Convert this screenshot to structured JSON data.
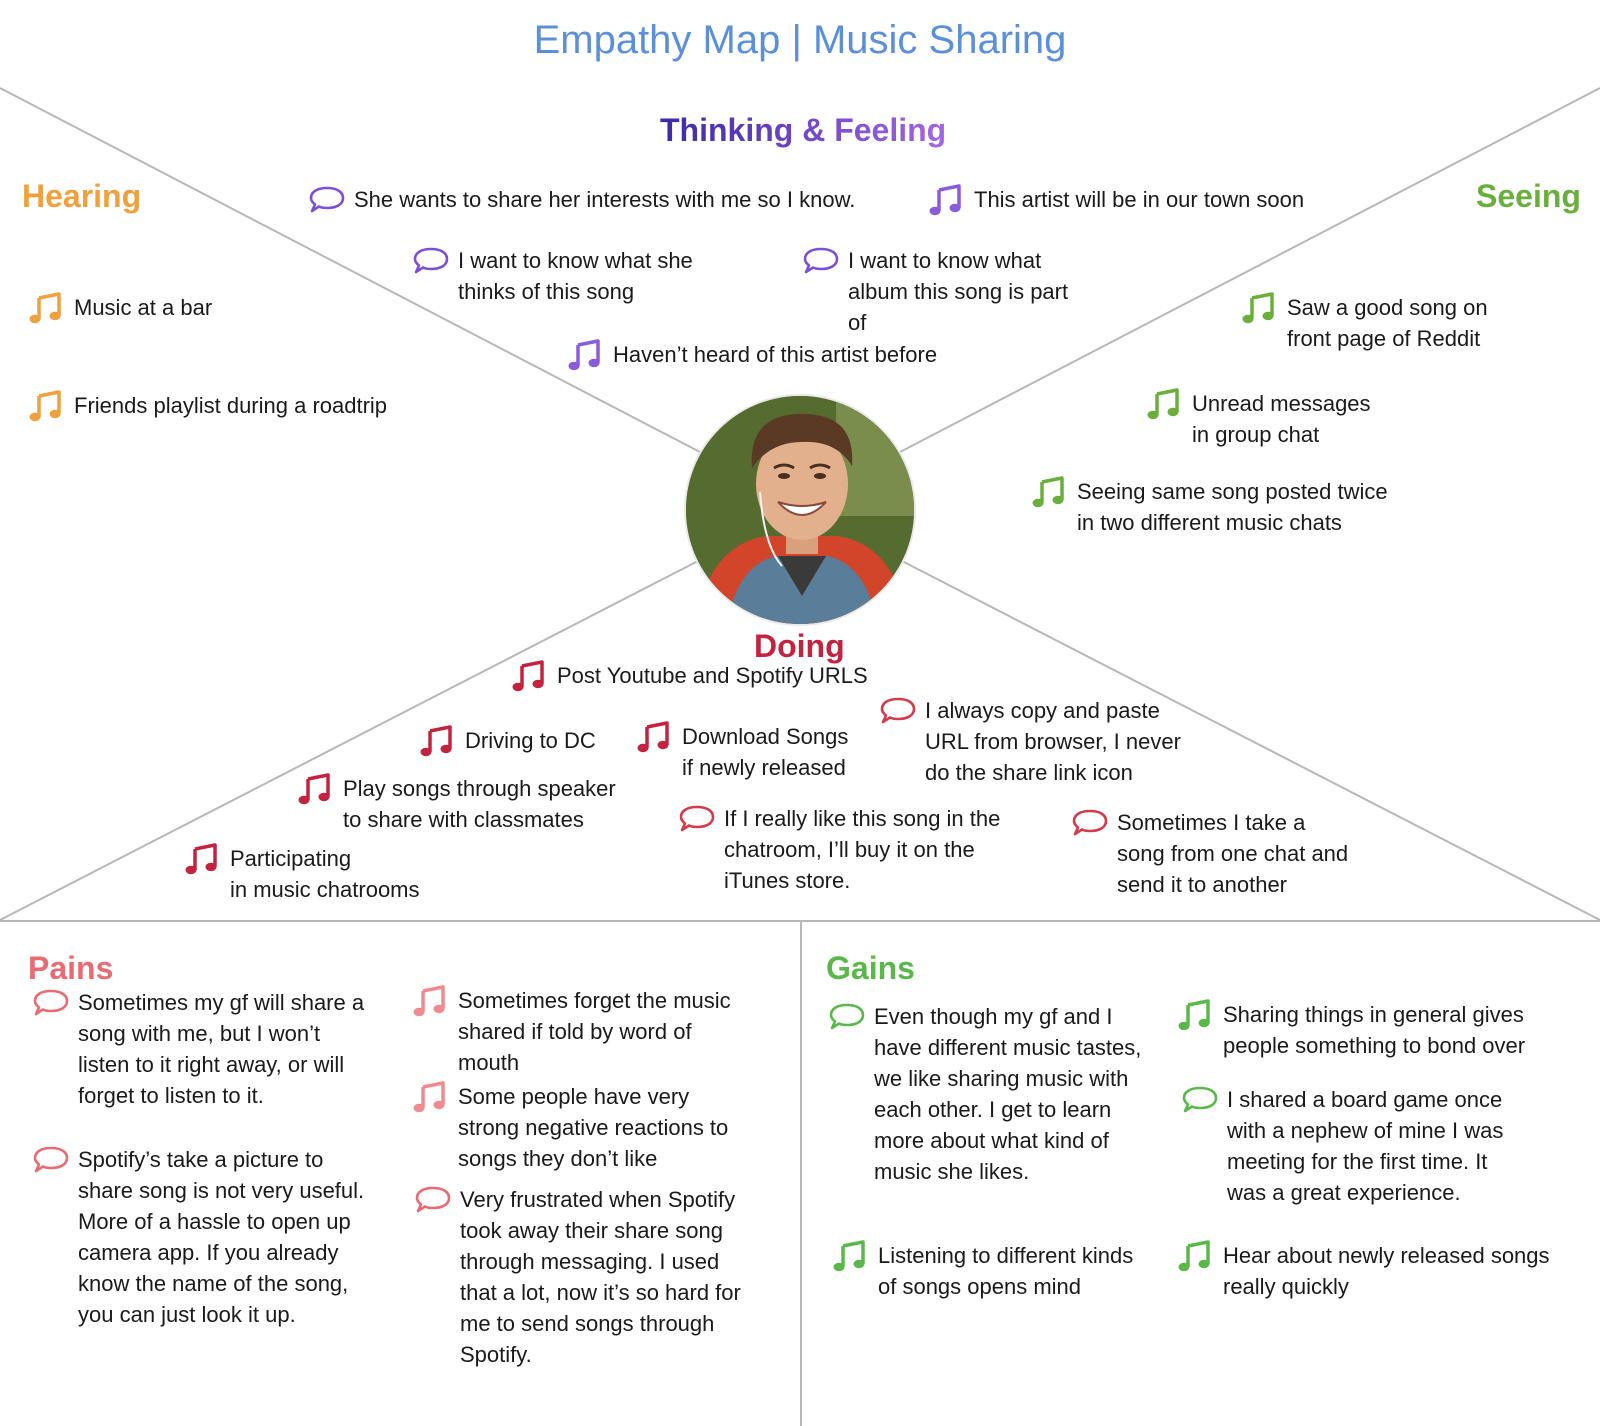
{
  "title": "Empathy Map | Music Sharing",
  "colors": {
    "title": "#5b8fd9",
    "thinking": "#6a3fc8",
    "hearing": "#f0a03c",
    "seeing": "#6aae3c",
    "doing": "#c3233f",
    "pains": "#e86a72",
    "gains": "#5ab84a",
    "divider": "#b7b7b7"
  },
  "sections": {
    "thinking": {
      "title": "Thinking & Feeling",
      "items": [
        {
          "icon": "speech-bubble-icon",
          "text": "She wants to share her interests with me so I know."
        },
        {
          "icon": "music-note-icon",
          "text": "This artist will be in our town soon"
        },
        {
          "icon": "speech-bubble-icon",
          "text": "I want to know what she\nthinks of this song"
        },
        {
          "icon": "speech-bubble-icon",
          "text": "I want to know what\nalbum this song is part\nof"
        },
        {
          "icon": "music-note-icon",
          "text": "Haven’t heard of this artist before"
        }
      ]
    },
    "hearing": {
      "title": "Hearing",
      "items": [
        {
          "icon": "music-note-icon",
          "text": "Music at a bar"
        },
        {
          "icon": "music-note-icon",
          "text": "Friends playlist during a roadtrip"
        }
      ]
    },
    "seeing": {
      "title": "Seeing",
      "items": [
        {
          "icon": "music-note-icon",
          "text": "Saw a good song on\nfront page of Reddit"
        },
        {
          "icon": "music-note-icon",
          "text": "Unread messages\nin group chat"
        },
        {
          "icon": "music-note-icon",
          "text": "Seeing same song posted twice\nin two different music chats"
        }
      ]
    },
    "doing": {
      "title": "Doing",
      "items": [
        {
          "icon": "music-note-icon",
          "text": "Post Youtube and Spotify URLS"
        },
        {
          "icon": "speech-bubble-icon",
          "text": "I always copy and paste\nURL from browser, I never\ndo the share link icon"
        },
        {
          "icon": "music-note-icon",
          "text": "Driving to DC"
        },
        {
          "icon": "music-note-icon",
          "text": "Download Songs\nif newly released"
        },
        {
          "icon": "music-note-icon",
          "text": "Play songs through speaker\nto share with classmates"
        },
        {
          "icon": "speech-bubble-icon",
          "text": "If I really like this song in the\nchatroom, I’ll buy it on the\niTunes store."
        },
        {
          "icon": "speech-bubble-icon",
          "text": "Sometimes I take a\nsong from one chat and\nsend it to another"
        },
        {
          "icon": "music-note-icon",
          "text": "Participating\nin music chatrooms"
        }
      ]
    },
    "pains": {
      "title": "Pains",
      "items": [
        {
          "icon": "speech-bubble-icon",
          "text": "Sometimes my gf will share a\nsong with me, but I won’t\nlisten to it right away, or will\nforget to listen to it."
        },
        {
          "icon": "speech-bubble-icon",
          "text": "Spotify’s take a picture to\nshare song is not very useful.\nMore of a hassle to open up\ncamera app. If you already\nknow the name of the song,\nyou can just look it up."
        },
        {
          "icon": "music-note-icon",
          "text": "Sometimes forget the music\nshared if told by word of\nmouth"
        },
        {
          "icon": "music-note-icon",
          "text": "Some people have very\nstrong negative reactions to\nsongs they don’t like"
        },
        {
          "icon": "speech-bubble-icon",
          "text": "Very frustrated when Spotify\ntook away their share song\nthrough messaging. I used\nthat a lot, now it’s so hard for\nme to send songs through\nSpotify."
        }
      ]
    },
    "gains": {
      "title": "Gains",
      "items": [
        {
          "icon": "speech-bubble-icon",
          "text": "Even though my gf and I\nhave different music tastes,\nwe like sharing music with\neach other. I get to learn\nmore about what kind of\nmusic she likes."
        },
        {
          "icon": "music-note-icon",
          "text": "Sharing things in general gives\npeople something to bond over"
        },
        {
          "icon": "speech-bubble-icon",
          "text": "I shared a board game once\nwith a nephew of mine I was\nmeeting for the first time. It\nwas a great experience."
        },
        {
          "icon": "music-note-icon",
          "text": "Listening to different kinds\nof songs opens mind"
        },
        {
          "icon": "music-note-icon",
          "text": "Hear about newly released songs\nreally quickly"
        }
      ]
    }
  },
  "avatar": {
    "icon": "user-avatar-photo"
  }
}
